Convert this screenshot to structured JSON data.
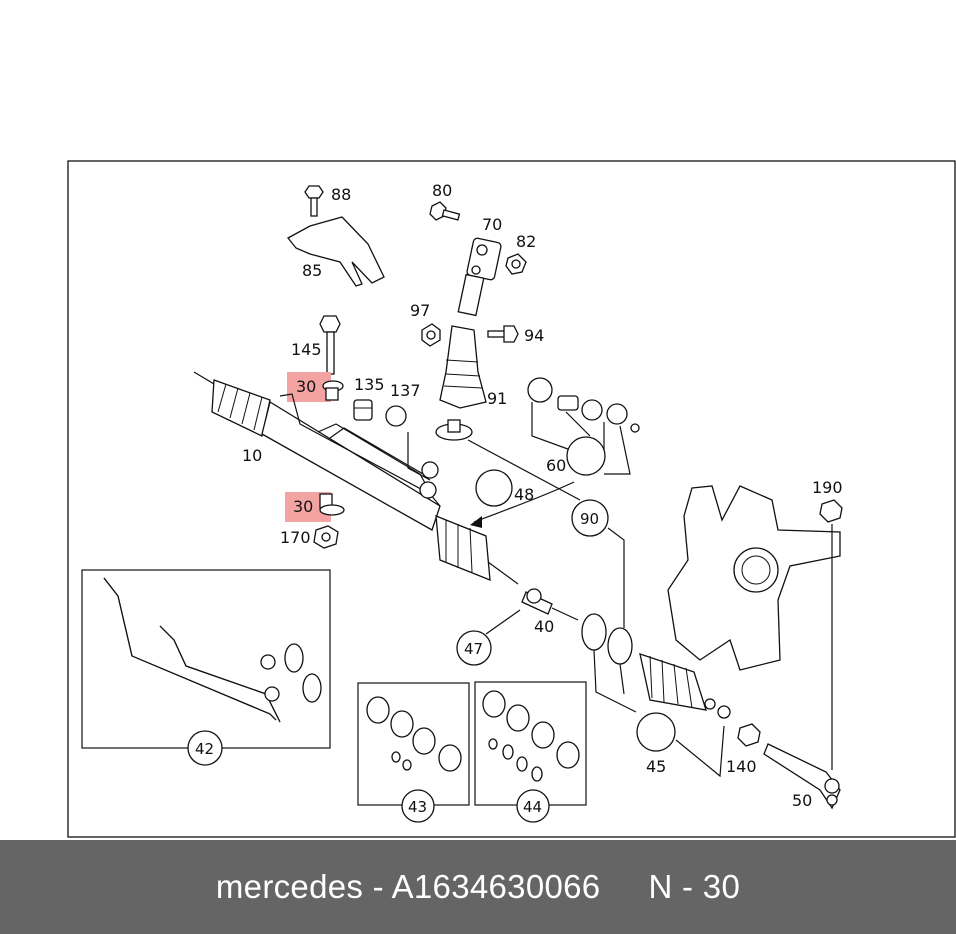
{
  "callouts": {
    "c88": "88",
    "c80": "80",
    "c70": "70",
    "c82": "82",
    "c85": "85",
    "c97": "97",
    "c94": "94",
    "c145": "145",
    "c30a": "30",
    "c135": "135",
    "c137": "137",
    "c91": "91",
    "c10": "10",
    "c60": "60",
    "c48": "48",
    "c30b": "30",
    "c170": "170",
    "c90": "90",
    "c190": "190",
    "c47": "47",
    "c40": "40",
    "c42": "42",
    "c43": "43",
    "c44": "44",
    "c45": "45",
    "c140": "140",
    "c50": "50"
  },
  "highlight_color": "#f4a3a3",
  "footer": {
    "brand": "mercedes - A1634630066",
    "ref": "N - 30",
    "background": "#656565"
  }
}
